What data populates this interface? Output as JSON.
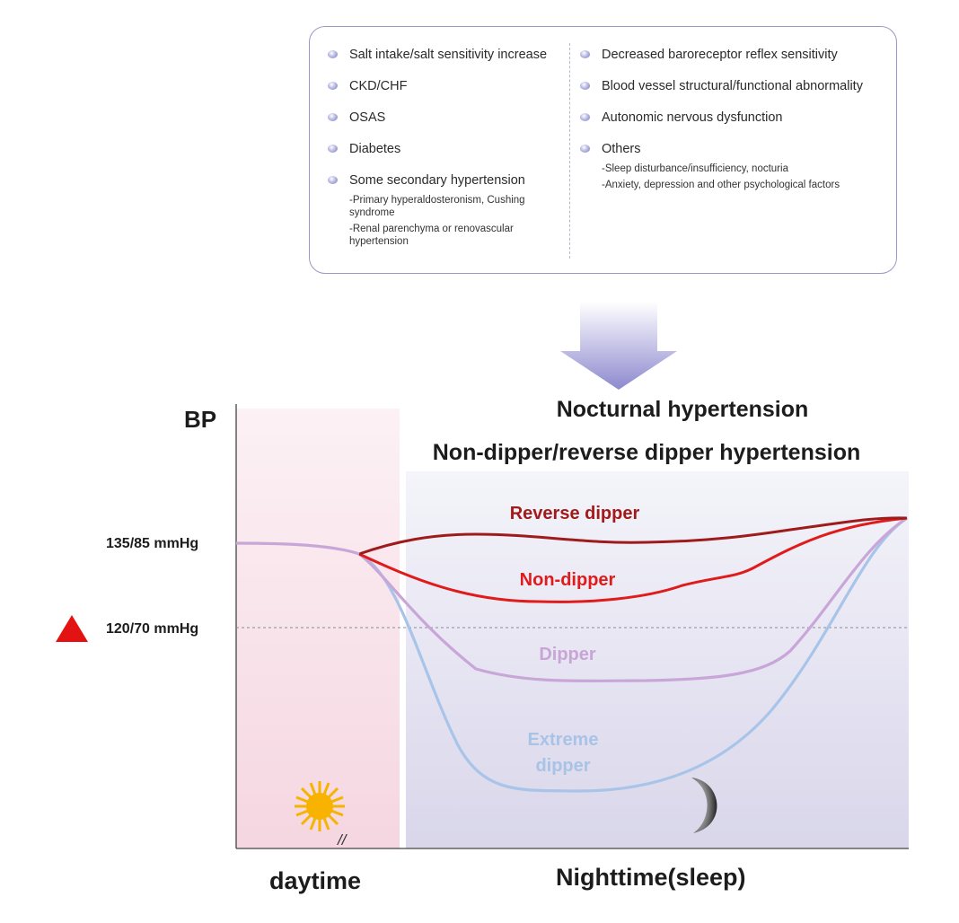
{
  "factors": {
    "left": [
      {
        "label": "Salt intake/salt sensitivity increase",
        "subs": []
      },
      {
        "label": "CKD/CHF",
        "subs": []
      },
      {
        "label": "OSAS",
        "subs": []
      },
      {
        "label": "Diabetes",
        "subs": []
      },
      {
        "label": "Some secondary hypertension",
        "subs": [
          "-Primary hyperaldosteronism, Cushing syndrome",
          "-Renal parenchyma or renovascular hypertension"
        ]
      }
    ],
    "right": [
      {
        "label": "Decreased baroreceptor reflex sensitivity",
        "subs": []
      },
      {
        "label": "Blood vessel structural/functional abnormality",
        "subs": []
      },
      {
        "label": "Autonomic nervous dysfunction",
        "subs": []
      },
      {
        "label": "Others",
        "subs": [
          "-Sleep disturbance/insufficiency,  nocturia",
          "-Anxiety, depression and other psychological factors"
        ]
      }
    ]
  },
  "chart": {
    "y_axis_label": "BP",
    "title_1": "Nocturnal hypertension",
    "title_2": "Non-dipper/reverse dipper hypertension",
    "threshold_high": "135/85 mmHg",
    "threshold_low": "120/70 mmHg",
    "x_day": "daytime",
    "x_night": "Nighttime(sleep)",
    "axis_break": "//",
    "curves": {
      "reverse": {
        "label": "Reverse dipper",
        "color": "#9e1b1b"
      },
      "non": {
        "label": "Non-dipper",
        "color": "#e01b1b"
      },
      "dipper": {
        "label": "Dipper",
        "color": "#c9a6d8"
      },
      "extreme": {
        "label": "Extreme\ndipper",
        "color": "#a8c4e8"
      }
    },
    "icons": {
      "day": "sun-icon",
      "night": "moon-icon",
      "marker": "red-triangle-icon"
    }
  }
}
